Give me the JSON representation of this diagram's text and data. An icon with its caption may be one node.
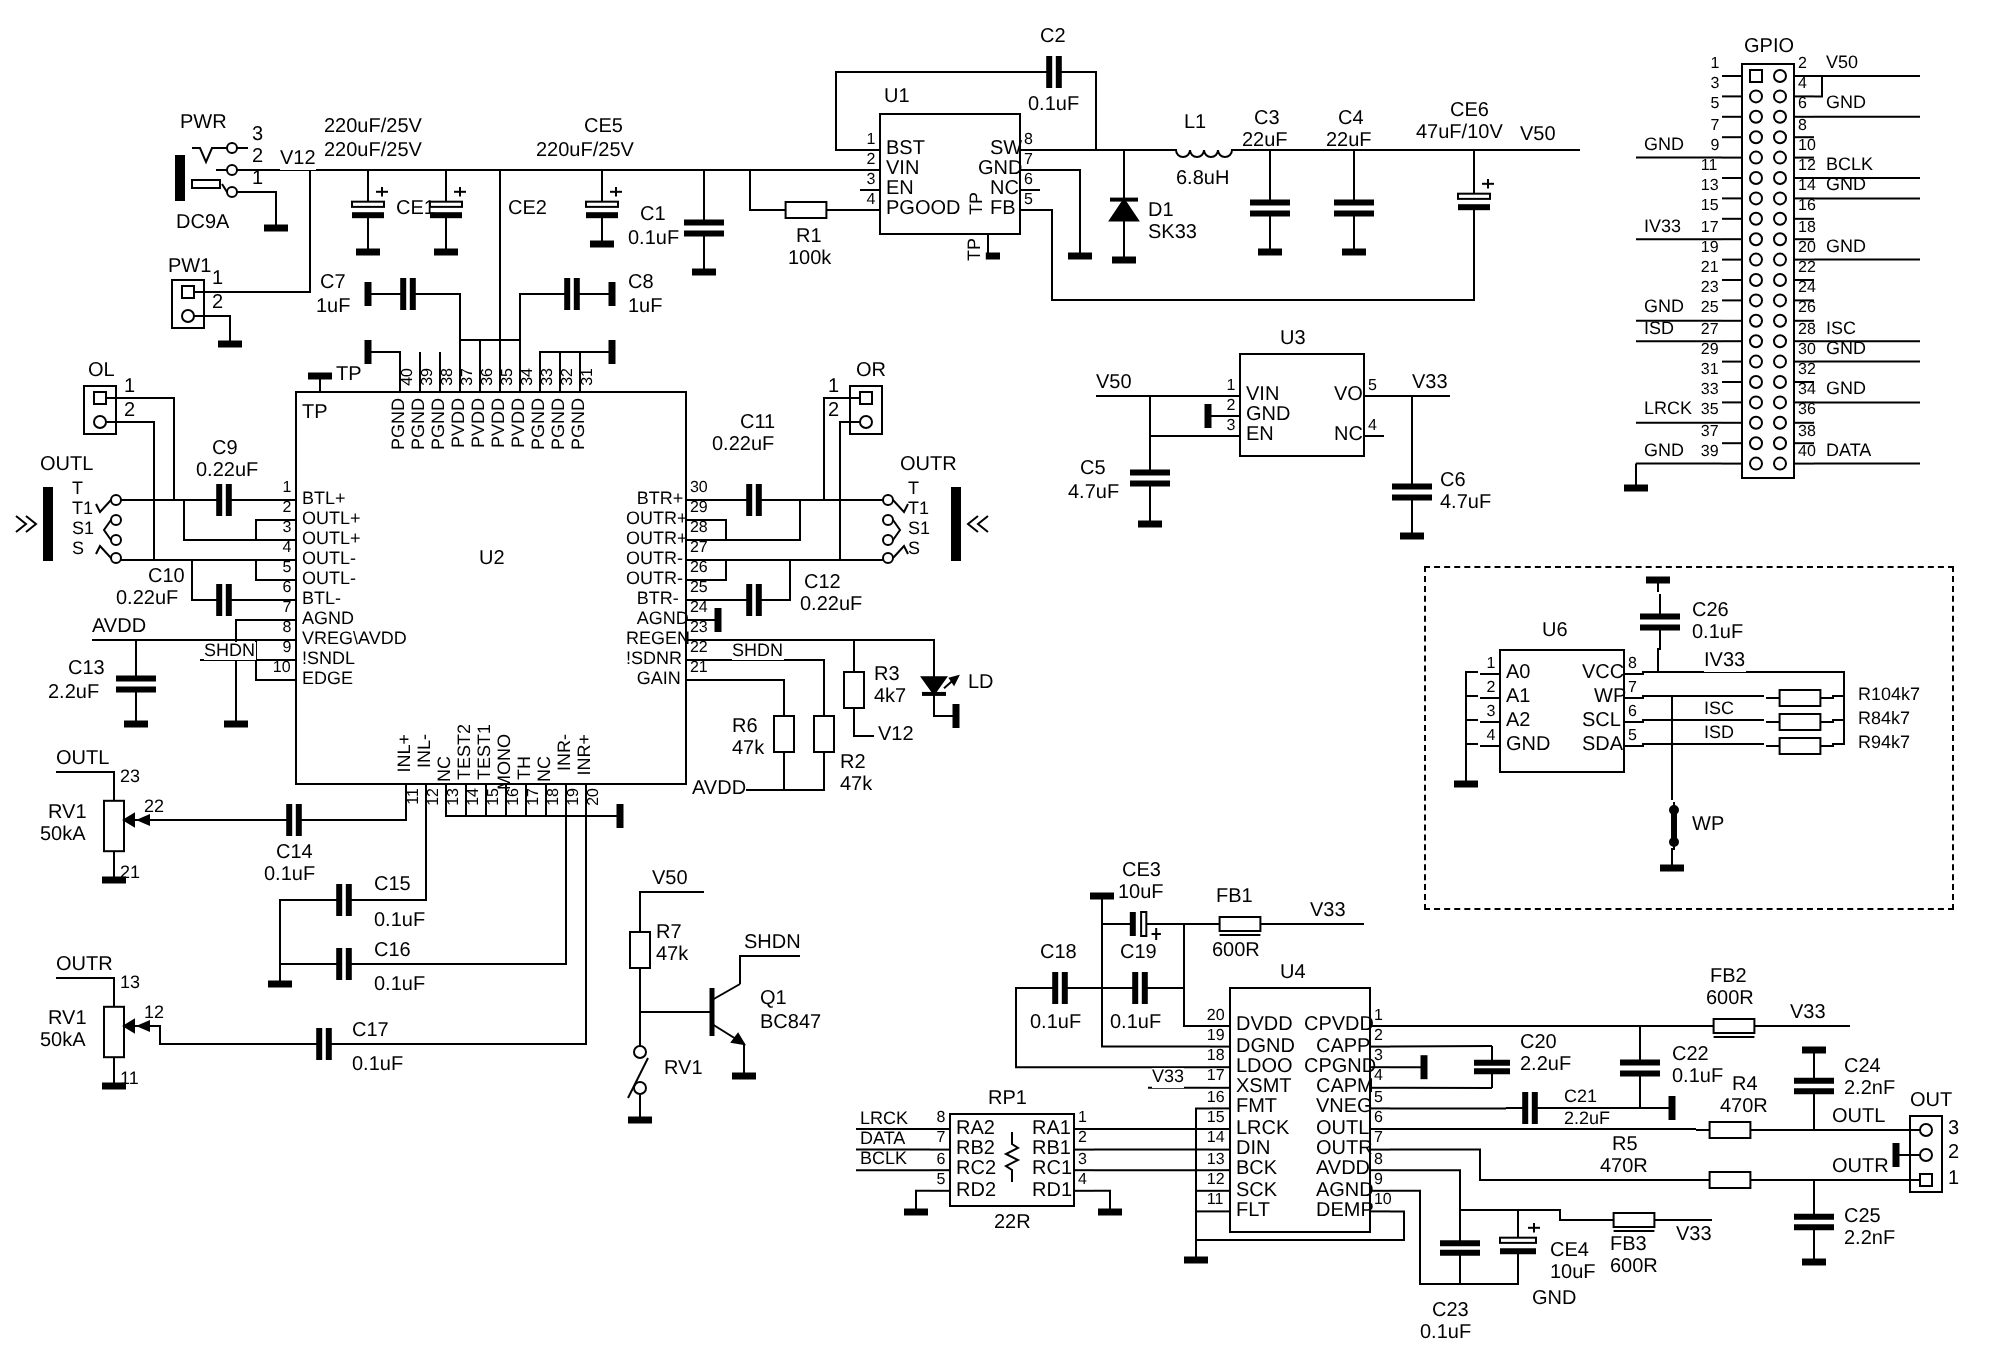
{
  "diagram": {
    "nodes": [
      {
        "text": [
          "PWR",
          "DC9A"
        ],
        "beside": [
          "3",
          "2",
          "1"
        ]
      },
      {
        "text": [
          "PW1"
        ],
        "beside": [
          "1",
          "2"
        ]
      },
      {
        "text": [
          "CE1"
        ],
        "beside": [
          "220uF/25V"
        ]
      },
      {
        "text": [
          "CE2"
        ],
        "beside": [
          "220uF/25V"
        ]
      },
      {
        "text": [
          "CE5",
          "220uF/25V"
        ]
      },
      {
        "text": [
          "C1",
          "0.1uF"
        ]
      },
      {
        "text": [
          "R1",
          "100k"
        ]
      },
      {
        "text": [
          "U1",
          "BST",
          "VIN",
          "EN",
          "PGOOD",
          "SW",
          "GND",
          "NC",
          "FB"
        ],
        "beside": [
          "1",
          "2",
          "3",
          "4",
          "8",
          "7",
          "6",
          "5"
        ]
      },
      {
        "text": [
          "C2",
          "0.1uF"
        ]
      },
      {
        "text": [
          "L1",
          "6.8uH"
        ]
      },
      {
        "text": [
          "D1",
          "SK33"
        ]
      },
      {
        "text": [
          "C3",
          "22uF"
        ]
      },
      {
        "text": [
          "C4",
          "22uF"
        ]
      },
      {
        "text": [
          "CE6",
          "47uF/10V"
        ],
        "beside": [
          "V50"
        ]
      },
      {
        "text": [
          "C7",
          "1uF"
        ]
      },
      {
        "text": [
          "C8",
          "1uF"
        ]
      },
      {
        "text": [
          "U2",
          "BTL+",
          "OUTL+",
          "OUTL+",
          "OUTL-",
          "OUTL-",
          "BTL-",
          "AGND",
          "VREG\\AVDD",
          "!SNDL",
          "EDGE",
          "BTR+",
          "OUTR+",
          "OUTR+",
          "OUTR-",
          "OUTR-",
          "BTR-",
          "AGND",
          "REGEN",
          "!SDNR",
          "GAIN",
          "PGND",
          "PGND",
          "PGND",
          "PVDD",
          "PVDD",
          "PVDD",
          "PVDD",
          "PGND",
          "PGND",
          "PGND",
          "INL+",
          "INL-",
          "NC",
          "TEST2",
          "TEST1",
          "MONO",
          "TH",
          "NC",
          "INR-",
          "INR+"
        ],
        "beside": [
          "1",
          "2",
          "3",
          "4",
          "5",
          "6",
          "7",
          "8",
          "9",
          "10",
          "30",
          "29",
          "28",
          "27",
          "26",
          "25",
          "24",
          "23",
          "22",
          "21",
          "40",
          "39",
          "38",
          "37",
          "36",
          "35",
          "34",
          "33",
          "32",
          "31",
          "11",
          "12",
          "13",
          "14",
          "15",
          "16",
          "17",
          "18",
          "19",
          "20"
        ]
      },
      {
        "text": [
          "OL"
        ],
        "beside": [
          "1",
          "2"
        ]
      },
      {
        "text": [
          "OR"
        ],
        "beside": [
          "1",
          "2"
        ]
      },
      {
        "text": [
          "OUTL",
          "T",
          "T1",
          "S1",
          "S"
        ]
      },
      {
        "text": [
          "OUTR",
          "T",
          "T1",
          "S1",
          "S"
        ]
      },
      {
        "text": [
          "C9",
          "0.22uF"
        ]
      },
      {
        "text": [
          "C10",
          "0.22uF"
        ]
      },
      {
        "text": [
          "C11",
          "0.22uF"
        ]
      },
      {
        "text": [
          "C12",
          "0.22uF"
        ]
      },
      {
        "text": [
          "C13",
          "2.2uF"
        ]
      },
      {
        "text": [
          "LD"
        ]
      },
      {
        "text": [
          "R6",
          "47k"
        ]
      },
      {
        "text": [
          "R2",
          "47k"
        ]
      },
      {
        "text": [
          "R3",
          "4k7"
        ],
        "beside": [
          "V12"
        ]
      },
      {
        "text": [
          "RV1",
          "50kA"
        ],
        "beside": [
          "23",
          "22",
          "21",
          "OUTL"
        ]
      },
      {
        "text": [
          "RV1",
          "50kA"
        ],
        "beside": [
          "13",
          "12",
          "11",
          "OUTR"
        ]
      },
      {
        "text": [
          "C14",
          "0.1uF"
        ]
      },
      {
        "text": [
          "C15",
          "0.1uF"
        ]
      },
      {
        "text": [
          "C16",
          "0.1uF"
        ]
      },
      {
        "text": [
          "C17",
          "0.1uF"
        ]
      },
      {
        "text": [
          "R7",
          "47k"
        ],
        "beside": [
          "V50"
        ]
      },
      {
        "text": [
          "Q1",
          "BC847"
        ],
        "beside": [
          "SHDN"
        ]
      },
      {
        "text": [
          "RV1"
        ]
      },
      {
        "text": [
          "U3",
          "VIN",
          "GND",
          "EN",
          "VO",
          "NC"
        ],
        "beside": [
          "1",
          "2",
          "3",
          "5",
          "4",
          "V33"
        ]
      },
      {
        "text": [
          "C5",
          "4.7uF"
        ]
      },
      {
        "text": [
          "C6",
          "4.7uF"
        ]
      },
      {
        "text": [
          "GPIO"
        ],
        "beside": [
          "1",
          "2",
          "3",
          "4",
          "5",
          "6",
          "7",
          "8",
          "9",
          "10",
          "11",
          "12",
          "13",
          "14",
          "15",
          "16",
          "17",
          "18",
          "19",
          "20",
          "21",
          "22",
          "23",
          "24",
          "25",
          "26",
          "27",
          "28",
          "29",
          "30",
          "31",
          "32",
          "33",
          "34",
          "35",
          "36",
          "37",
          "38",
          "39",
          "40",
          "V50",
          "GND",
          "GND",
          "BCLK",
          "GND",
          "IV33",
          "GND",
          "GND",
          "ISD",
          "ISC",
          "GND",
          "GND",
          "LRCK",
          "GND",
          "DATA"
        ]
      },
      {
        "text": [],
        "shape": "box"
      },
      {
        "text": [
          "U6",
          "A0",
          "A1",
          "A2",
          "GND",
          "VCC",
          "WP",
          "SCL",
          "SDA"
        ],
        "beside": [
          "1",
          "2",
          "3",
          "4",
          "8",
          "7",
          "6",
          "5"
        ],
        "in": 43
      },
      {
        "text": [
          "C26",
          "0.1uF"
        ],
        "in": 43
      },
      {
        "text": [
          "R104k7"
        ],
        "in": 43
      },
      {
        "text": [
          "R84k7"
        ],
        "in": 43
      },
      {
        "text": [
          "R94k7"
        ],
        "in": 43
      },
      {
        "text": [
          "WP"
        ],
        "in": 43
      },
      {
        "text": [
          "RP1",
          "RA2",
          "RB2",
          "RC2",
          "RD2",
          "RA1",
          "RB1",
          "RC1",
          "RD1"
        ],
        "beside": [
          "8",
          "7",
          "6",
          "5",
          "1",
          "2",
          "3",
          "4",
          "22R",
          "LRCK",
          "DATA",
          "BCLK"
        ]
      },
      {
        "text": [
          "CE3",
          "10uF"
        ]
      },
      {
        "text": [
          "C18",
          "0.1uF"
        ]
      },
      {
        "text": [
          "C19",
          "0.1uF"
        ]
      },
      {
        "text": [
          "FB1",
          "600R"
        ],
        "beside": [
          "V33"
        ]
      },
      {
        "text": [
          "U4",
          "DVDD",
          "DGND",
          "LDOO",
          "XSMT",
          "FMT",
          "LRCK",
          "DIN",
          "BCK",
          "SCK",
          "FLT",
          "CPVDD",
          "CAPP",
          "CPGND",
          "CAPM",
          "VNEG",
          "OUTL",
          "OUTR",
          "AVDD",
          "AGND",
          "DEMP"
        ],
        "beside": [
          "20",
          "19",
          "18",
          "17",
          "16",
          "15",
          "14",
          "13",
          "12",
          "11",
          "1",
          "2",
          "3",
          "4",
          "5",
          "6",
          "7",
          "8",
          "9",
          "10"
        ]
      },
      {
        "text": [
          "FB2",
          "600R"
        ],
        "beside": [
          "V33"
        ]
      },
      {
        "text": [
          "C20",
          "2.2uF"
        ]
      },
      {
        "text": [
          "C21",
          "2.2uF"
        ]
      },
      {
        "text": [
          "C22",
          "0.1uF"
        ]
      },
      {
        "text": [
          "C24",
          "2.2nF"
        ]
      },
      {
        "text": [
          "C25",
          "2.2nF"
        ]
      },
      {
        "text": [
          "R4",
          "470R"
        ]
      },
      {
        "text": [
          "R5",
          "470R"
        ]
      },
      {
        "text": [
          "OUT"
        ],
        "beside": [
          "3",
          "2",
          "1"
        ]
      },
      {
        "text": [
          "FB3",
          "600R"
        ],
        "beside": [
          "V33"
        ]
      },
      {
        "text": [
          "CE4",
          "10uF"
        ]
      },
      {
        "text": [
          "C23",
          "0.1uF"
        ]
      }
    ],
    "edges": [
      {
        "from": 0,
        "to": 2,
        "arrow": "none"
      },
      {
        "from": 2,
        "to": 3,
        "arrow": "none"
      },
      {
        "from": 3,
        "to": 4,
        "arrow": "none"
      },
      {
        "from": 4,
        "to": 5,
        "arrow": "none"
      },
      {
        "from": 5,
        "to": 7,
        "arrow": "none"
      },
      {
        "from": 5,
        "to": 6,
        "arrow": "none"
      },
      {
        "from": 6,
        "to": 7,
        "arrow": "none"
      },
      {
        "from": 0,
        "to": 1,
        "arrow": "none"
      },
      {
        "from": 7,
        "to": 8,
        "arrow": "none"
      },
      {
        "from": 8,
        "to": 7,
        "arrow": "none"
      },
      {
        "from": 7,
        "to": 9,
        "arrow": "none"
      },
      {
        "from": 7,
        "to": 10,
        "arrow": "none"
      },
      {
        "from": 9,
        "to": 11,
        "arrow": "none"
      },
      {
        "from": 11,
        "to": 12,
        "arrow": "none"
      },
      {
        "from": 12,
        "to": 13,
        "arrow": "none"
      },
      {
        "from": 7,
        "to": 13,
        "arrow": "none"
      },
      {
        "from": 3,
        "to": 16,
        "arrow": "none"
      },
      {
        "from": 14,
        "to": 16,
        "arrow": "none"
      },
      {
        "from": 15,
        "to": 16,
        "arrow": "none"
      },
      {
        "from": 17,
        "to": 19,
        "arrow": "none"
      },
      {
        "from": 17,
        "to": 19,
        "arrow": "none"
      },
      {
        "from": 19,
        "to": 21,
        "arrow": "none"
      },
      {
        "from": 21,
        "to": 16,
        "arrow": "none"
      },
      {
        "from": 19,
        "to": 16,
        "arrow": "none"
      },
      {
        "from": 19,
        "to": 16,
        "arrow": "none"
      },
      {
        "from": 19,
        "to": 22,
        "arrow": "none"
      },
      {
        "from": 22,
        "to": 16,
        "arrow": "none"
      },
      {
        "from": 25,
        "to": 16,
        "arrow": "none"
      },
      {
        "from": 16,
        "to": 23,
        "arrow": "none"
      },
      {
        "from": 23,
        "to": 20,
        "arrow": "none"
      },
      {
        "from": 18,
        "to": 20,
        "arrow": "none"
      },
      {
        "from": 18,
        "to": 20,
        "arrow": "none"
      },
      {
        "from": 16,
        "to": 20,
        "arrow": "none"
      },
      {
        "from": 16,
        "to": 20,
        "arrow": "none"
      },
      {
        "from": 16,
        "to": 24,
        "arrow": "none"
      },
      {
        "from": 24,
        "to": 20,
        "arrow": "none"
      },
      {
        "from": 16,
        "to": 26,
        "arrow": "none"
      },
      {
        "from": 16,
        "to": 29,
        "arrow": "none"
      },
      {
        "from": 16,
        "to": 28,
        "arrow": "none"
      },
      {
        "from": 16,
        "to": 27,
        "arrow": "none"
      },
      {
        "from": 27,
        "to": 28,
        "arrow": "none"
      },
      {
        "from": 16,
        "to": 32,
        "arrow": "none"
      },
      {
        "from": 32,
        "to": 30,
        "arrow": "to"
      },
      {
        "from": 16,
        "to": 33,
        "arrow": "none"
      },
      {
        "from": 16,
        "to": 34,
        "arrow": "none"
      },
      {
        "from": 16,
        "to": 35,
        "arrow": "none"
      },
      {
        "from": 35,
        "to": 31,
        "arrow": "to"
      },
      {
        "from": 33,
        "to": 34,
        "arrow": "none"
      },
      {
        "from": 36,
        "to": 37,
        "arrow": "none"
      },
      {
        "from": 36,
        "to": 38,
        "arrow": "none"
      },
      {
        "from": 40,
        "to": 39,
        "arrow": "none"
      },
      {
        "from": 40,
        "to": 39,
        "arrow": "none"
      },
      {
        "from": 39,
        "to": 41,
        "arrow": "none"
      },
      {
        "from": 44,
        "to": 45,
        "arrow": "none"
      },
      {
        "from": 44,
        "to": 46,
        "arrow": "none"
      },
      {
        "from": 44,
        "to": 46,
        "arrow": "none"
      },
      {
        "from": 44,
        "to": 47,
        "arrow": "none"
      },
      {
        "from": 44,
        "to": 48,
        "arrow": "none"
      },
      {
        "from": 46,
        "to": 47,
        "arrow": "none"
      },
      {
        "from": 47,
        "to": 48,
        "arrow": "none"
      },
      {
        "from": 44,
        "to": 49,
        "arrow": "none"
      },
      {
        "from": 50,
        "to": 55,
        "arrow": "none"
      },
      {
        "from": 50,
        "to": 55,
        "arrow": "none"
      },
      {
        "from": 50,
        "to": 55,
        "arrow": "none"
      },
      {
        "from": 51,
        "to": 54,
        "arrow": "none"
      },
      {
        "from": 51,
        "to": 55,
        "arrow": "none"
      },
      {
        "from": 53,
        "to": 55,
        "arrow": "none"
      },
      {
        "from": 52,
        "to": 53,
        "arrow": "none"
      },
      {
        "from": 52,
        "to": 55,
        "arrow": "none"
      },
      {
        "from": 52,
        "to": 55,
        "arrow": "none"
      },
      {
        "from": 55,
        "to": 59,
        "arrow": "none"
      },
      {
        "from": 59,
        "to": 56,
        "arrow": "none"
      },
      {
        "from": 55,
        "to": 57,
        "arrow": "none"
      },
      {
        "from": 55,
        "to": 57,
        "arrow": "none"
      },
      {
        "from": 55,
        "to": 58,
        "arrow": "none"
      },
      {
        "from": 58,
        "to": 59,
        "arrow": "none"
      },
      {
        "from": 55,
        "to": 62,
        "arrow": "none"
      },
      {
        "from": 55,
        "to": 63,
        "arrow": "none"
      },
      {
        "from": 62,
        "to": 64,
        "arrow": "none"
      },
      {
        "from": 63,
        "to": 64,
        "arrow": "none"
      },
      {
        "from": 60,
        "to": 62,
        "arrow": "none"
      },
      {
        "from": 63,
        "to": 61,
        "arrow": "none"
      },
      {
        "from": 55,
        "to": 67,
        "arrow": "none"
      },
      {
        "from": 67,
        "to": 66,
        "arrow": "none"
      },
      {
        "from": 66,
        "to": 65,
        "arrow": "none"
      },
      {
        "from": 55,
        "to": 67,
        "arrow": "none"
      },
      {
        "from": 66,
        "to": 67,
        "arrow": "none"
      },
      {
        "from": 51,
        "to": 53,
        "arrow": "none"
      }
    ],
    "labels": [
      "V12",
      "TP",
      "TP",
      "TP",
      "TP",
      "AVDD",
      "SHDN",
      "SHDN",
      "AVDD",
      "V50",
      "IV33",
      "ISC",
      "ISD",
      "V33",
      "GND",
      "OUTL",
      "OUTR"
    ]
  }
}
